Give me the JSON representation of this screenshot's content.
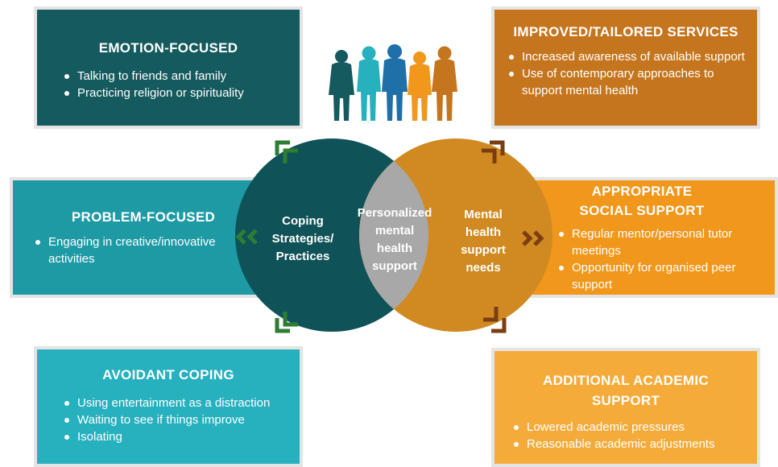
{
  "emotion_focused": {
    "title": "EMOTION-FOCUSED",
    "items": [
      "Talking to friends and family",
      "Practicing religion or spirituality"
    ],
    "color": "#155a5e"
  },
  "problem_focused": {
    "title": "PROBLEM-FOCUSED",
    "items": [
      "Engaging in creative/innovative activities"
    ],
    "color": "#1e9aa5"
  },
  "avoidant_coping": {
    "title": "AVOIDANT COPING",
    "items": [
      "Using entertainment as a distraction",
      "Waiting to see if things improve",
      "Isolating"
    ],
    "color": "#27b0bd"
  },
  "improved_services": {
    "title": "IMPROVED/TAILORED SERVICES",
    "items": [
      "Increased awareness of available support",
      "Use of contemporary approaches to support mental health"
    ],
    "color": "#c5751e"
  },
  "social_support": {
    "title": "APPROPRIATE\nSOCIAL SUPPORT",
    "items": [
      "Regular mentor/personal tutor meetings",
      "Opportunity for organised peer support"
    ],
    "color": "#f0971c"
  },
  "academic_support": {
    "title": "ADDITIONAL ACADEMIC\nSUPPORT",
    "items": [
      "Lowered academic pressures",
      "Reasonable academic adjustments"
    ],
    "color": "#f4ab3a"
  },
  "venn": {
    "left_label": "Coping\nStrategies/\nPractices",
    "center_label": "Personalized\nmental\nhealth\nsupport",
    "right_label": "Mental\nhealth\nsupport\nneeds",
    "left_color": "#0f5257",
    "right_color": "#d08a21",
    "overlap_color": "#a8a8a8"
  },
  "people_icon_colors": [
    "#155a5e",
    "#27b0bd",
    "#1f6fa8",
    "#f0971c",
    "#c5751e"
  ],
  "arrow_colors": {
    "left": "#2e7d32",
    "right": "#7a3e12"
  }
}
